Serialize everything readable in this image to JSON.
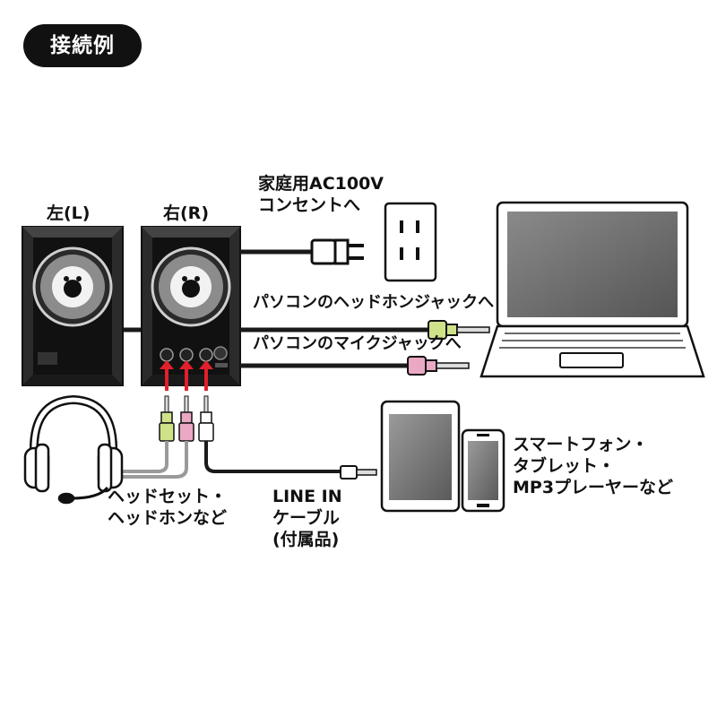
{
  "header": {
    "title": "接続例"
  },
  "speakers": {
    "left_label": "左(L)",
    "right_label": "右(R)"
  },
  "labels": {
    "power": [
      "家庭用AC100V",
      "コンセントへ"
    ],
    "headphone_jack": "パソコンのヘッドホンジャックへ",
    "mic_jack": "パソコンのマイクジャックへ",
    "headset": [
      "ヘッドセット・",
      "ヘッドホンなど"
    ],
    "line_in": [
      "LINE IN",
      "ケーブル",
      "(付属品)"
    ],
    "devices": [
      "スマートフォン・",
      "タブレット・",
      "MP3プレーヤーなど"
    ]
  },
  "colors": {
    "plug_green": "#cfe28a",
    "plug_pink": "#eaa8c4",
    "arrow_red": "#e0202a",
    "cable": "#1a1a1a",
    "speaker_body": "#2b2b2b",
    "screen": "#6a6a6a"
  }
}
